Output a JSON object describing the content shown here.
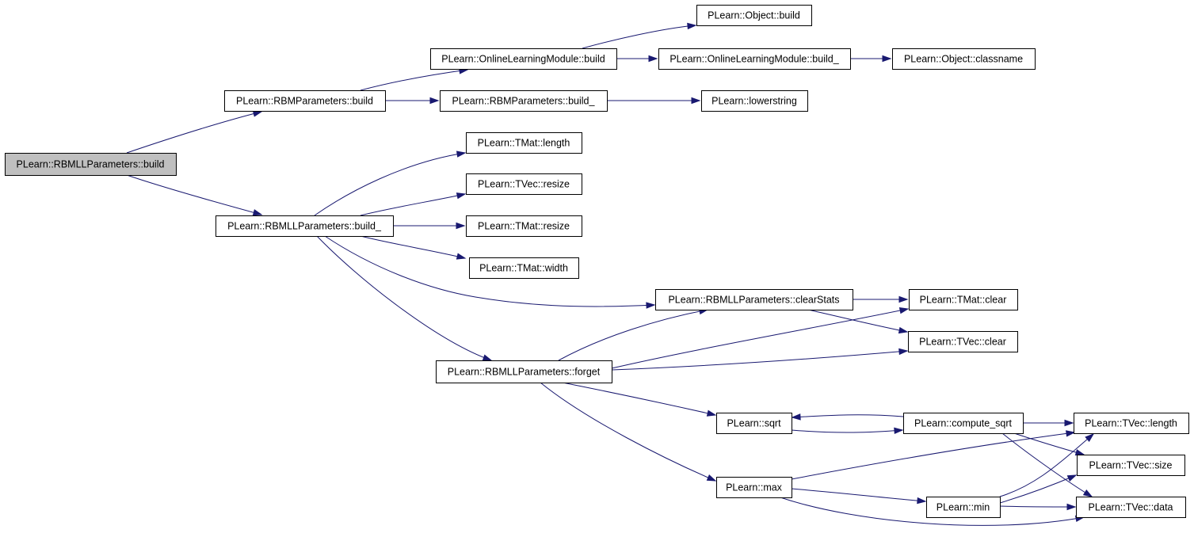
{
  "graph": {
    "colors": {
      "edge": "#191970",
      "node_fill": "#ffffff",
      "root_fill": "#bfbfbf",
      "border": "#000000"
    },
    "nodes": [
      {
        "id": "rbmll_build",
        "label": "PLearn::RBMLLParameters::build",
        "root": true
      },
      {
        "id": "rbm_build",
        "label": "PLearn::RBMParameters::build"
      },
      {
        "id": "olm_build",
        "label": "PLearn::OnlineLearningModule::build"
      },
      {
        "id": "obj_build",
        "label": "PLearn::Object::build"
      },
      {
        "id": "olm_build_",
        "label": "PLearn::OnlineLearningModule::build_"
      },
      {
        "id": "obj_classname",
        "label": "PLearn::Object::classname"
      },
      {
        "id": "rbm_build_",
        "label": "PLearn::RBMParameters::build_"
      },
      {
        "id": "lowerstring",
        "label": "PLearn::lowerstring"
      },
      {
        "id": "tmat_length",
        "label": "PLearn::TMat::length"
      },
      {
        "id": "tvec_resize",
        "label": "PLearn::TVec::resize"
      },
      {
        "id": "rbmll_build_",
        "label": "PLearn::RBMLLParameters::build_"
      },
      {
        "id": "tmat_resize",
        "label": "PLearn::TMat::resize"
      },
      {
        "id": "tmat_width",
        "label": "PLearn::TMat::width"
      },
      {
        "id": "clearstats",
        "label": "PLearn::RBMLLParameters::clearStats"
      },
      {
        "id": "tmat_clear",
        "label": "PLearn::TMat::clear"
      },
      {
        "id": "tvec_clear",
        "label": "PLearn::TVec::clear"
      },
      {
        "id": "forget",
        "label": "PLearn::RBMLLParameters::forget"
      },
      {
        "id": "sqrt",
        "label": "PLearn::sqrt"
      },
      {
        "id": "compute_sqrt",
        "label": "PLearn::compute_sqrt"
      },
      {
        "id": "tvec_length",
        "label": "PLearn::TVec::length"
      },
      {
        "id": "tvec_size",
        "label": "PLearn::TVec::size"
      },
      {
        "id": "max",
        "label": "PLearn::max"
      },
      {
        "id": "min",
        "label": "PLearn::min"
      },
      {
        "id": "tvec_data",
        "label": "PLearn::TVec::data"
      }
    ],
    "edges": [
      {
        "from": "rbmll_build",
        "to": "rbm_build"
      },
      {
        "from": "rbmll_build",
        "to": "rbmll_build_"
      },
      {
        "from": "rbm_build",
        "to": "olm_build"
      },
      {
        "from": "rbm_build",
        "to": "rbm_build_"
      },
      {
        "from": "olm_build",
        "to": "obj_build"
      },
      {
        "from": "olm_build",
        "to": "olm_build_"
      },
      {
        "from": "olm_build_",
        "to": "obj_classname"
      },
      {
        "from": "rbm_build_",
        "to": "lowerstring"
      },
      {
        "from": "rbmll_build_",
        "to": "tmat_length"
      },
      {
        "from": "rbmll_build_",
        "to": "tvec_resize"
      },
      {
        "from": "rbmll_build_",
        "to": "tmat_resize"
      },
      {
        "from": "rbmll_build_",
        "to": "tmat_width"
      },
      {
        "from": "rbmll_build_",
        "to": "clearstats"
      },
      {
        "from": "rbmll_build_",
        "to": "forget"
      },
      {
        "from": "clearstats",
        "to": "tmat_clear"
      },
      {
        "from": "clearstats",
        "to": "tvec_clear"
      },
      {
        "from": "forget",
        "to": "clearstats"
      },
      {
        "from": "forget",
        "to": "tmat_clear"
      },
      {
        "from": "forget",
        "to": "tvec_clear"
      },
      {
        "from": "forget",
        "to": "sqrt"
      },
      {
        "from": "forget",
        "to": "max"
      },
      {
        "from": "sqrt",
        "to": "compute_sqrt"
      },
      {
        "from": "compute_sqrt",
        "to": "sqrt"
      },
      {
        "from": "compute_sqrt",
        "to": "tvec_length"
      },
      {
        "from": "compute_sqrt",
        "to": "tvec_size"
      },
      {
        "from": "compute_sqrt",
        "to": "tvec_data"
      },
      {
        "from": "max",
        "to": "tvec_length"
      },
      {
        "from": "max",
        "to": "min"
      },
      {
        "from": "max",
        "to": "tvec_data"
      },
      {
        "from": "min",
        "to": "tvec_length"
      },
      {
        "from": "min",
        "to": "tvec_size"
      },
      {
        "from": "min",
        "to": "tvec_data"
      }
    ]
  }
}
